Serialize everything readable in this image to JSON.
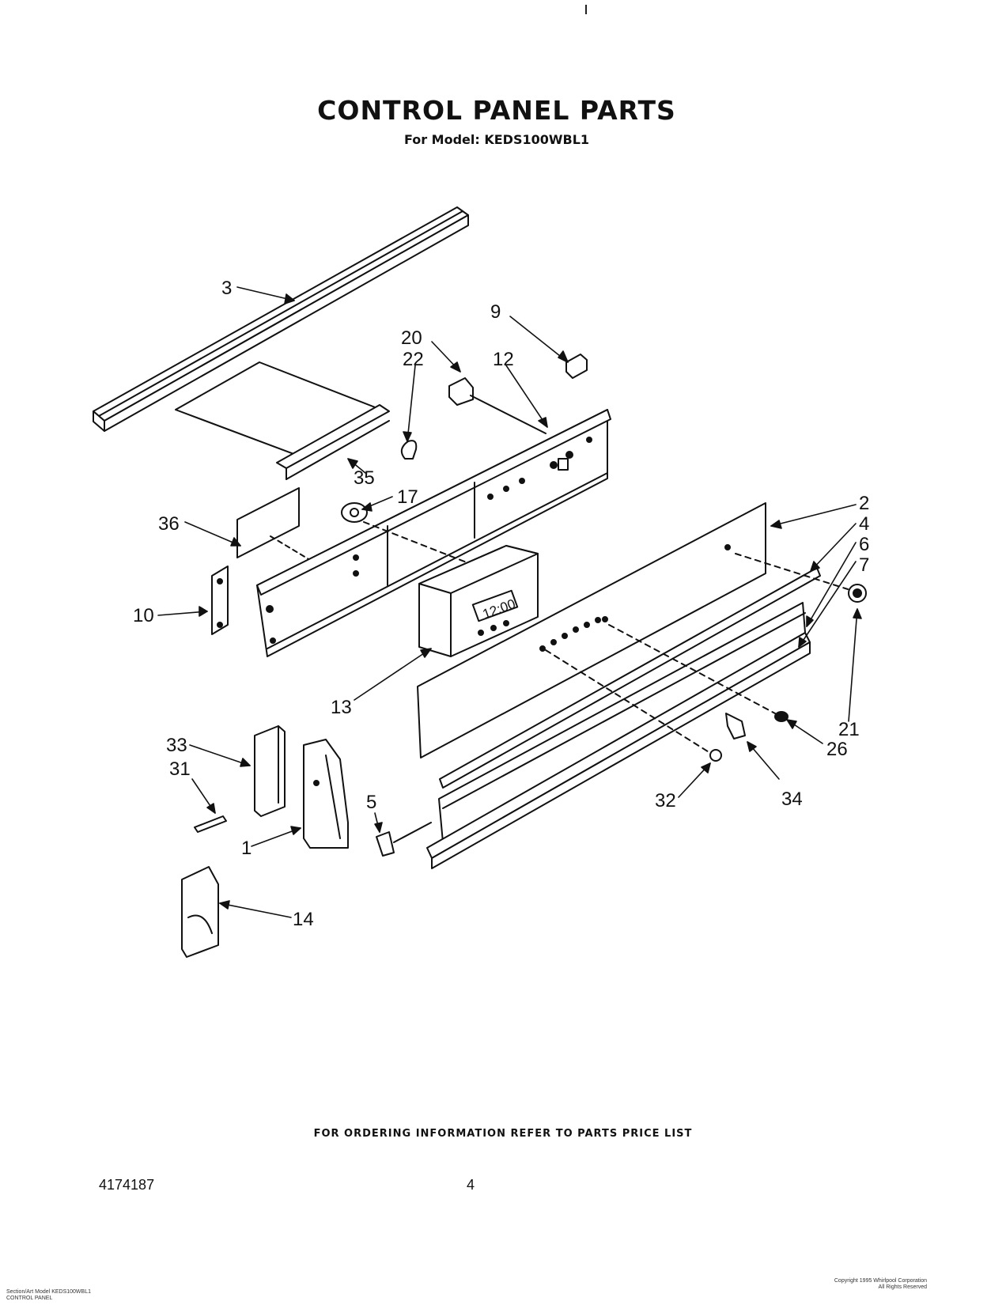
{
  "title": "CONTROL PANEL PARTS",
  "subtitle": "For Model: KEDS100WBL1",
  "display_readout": "12:00",
  "parts": [
    {
      "id": "3"
    },
    {
      "id": "9"
    },
    {
      "id": "20"
    },
    {
      "id": "22"
    },
    {
      "id": "12"
    },
    {
      "id": "35"
    },
    {
      "id": "17"
    },
    {
      "id": "36"
    },
    {
      "id": "2"
    },
    {
      "id": "4"
    },
    {
      "id": "6"
    },
    {
      "id": "7"
    },
    {
      "id": "10"
    },
    {
      "id": "13"
    },
    {
      "id": "21"
    },
    {
      "id": "26"
    },
    {
      "id": "33"
    },
    {
      "id": "31"
    },
    {
      "id": "5"
    },
    {
      "id": "32"
    },
    {
      "id": "34"
    },
    {
      "id": "1"
    },
    {
      "id": "14"
    }
  ],
  "footer_note": "FOR ORDERING INFORMATION REFER TO PARTS PRICE LIST",
  "doc_number": "4174187",
  "page_number": "4",
  "bottom_left_lines": [
    "Section/Art Model KEDS100WBL1",
    "CONTROL PANEL"
  ],
  "bottom_right_lines": [
    "Copyright 1995 Whirlpool Corporation",
    "All Rights Reserved"
  ]
}
